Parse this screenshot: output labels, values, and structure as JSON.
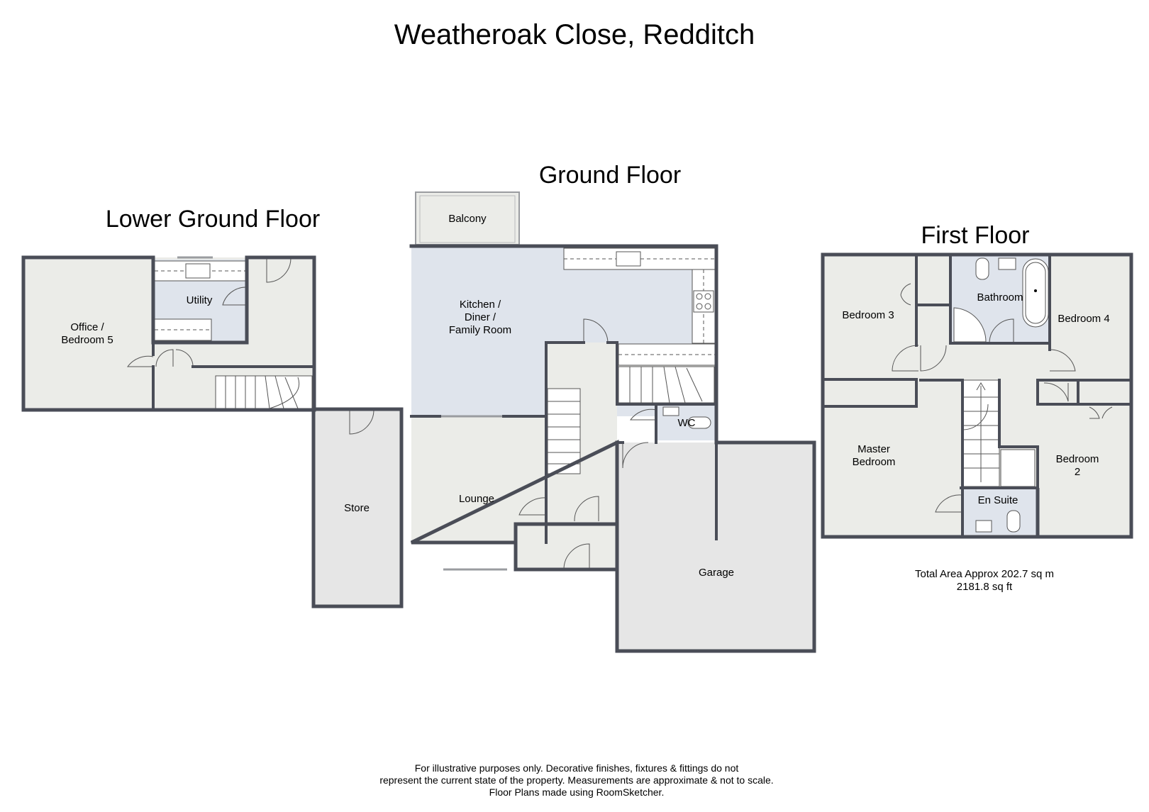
{
  "title": "Weatheroak Close, Redditch",
  "floors": {
    "lower_ground": {
      "title": "Lower Ground Floor",
      "rooms": {
        "office": [
          "Office /",
          "Bedroom 5"
        ],
        "utility": "Utility",
        "store": "Store"
      }
    },
    "ground": {
      "title": "Ground Floor",
      "rooms": {
        "balcony": "Balcony",
        "kitchen": [
          "Kitchen /",
          "Diner /",
          "Family Room"
        ],
        "lounge": "Lounge",
        "wc": "WC",
        "garage": "Garage"
      }
    },
    "first": {
      "title": "First Floor",
      "rooms": {
        "bedroom3": "Bedroom 3",
        "bathroom": "Bathroom",
        "bedroom4": "Bedroom 4",
        "master": [
          "Master",
          "Bedroom"
        ],
        "ensuite": "En Suite",
        "bedroom2": [
          "Bedroom",
          "2"
        ]
      }
    }
  },
  "total_area": {
    "metric": "Total Area Approx 202.7 sq m",
    "imperial": "2181.8 sq ft"
  },
  "disclaimer": [
    "For illustrative purposes only. Decorative finishes, fixtures & fittings do not",
    "represent the current state of the property. Measurements are approximate & not to scale.",
    "Floor Plans made using RoomSketcher."
  ],
  "colors": {
    "wall": "#4a4d57",
    "floor_grey": "#ebece8",
    "floor_blue": "#dfe4ec",
    "garage": "#e6e6e6"
  }
}
